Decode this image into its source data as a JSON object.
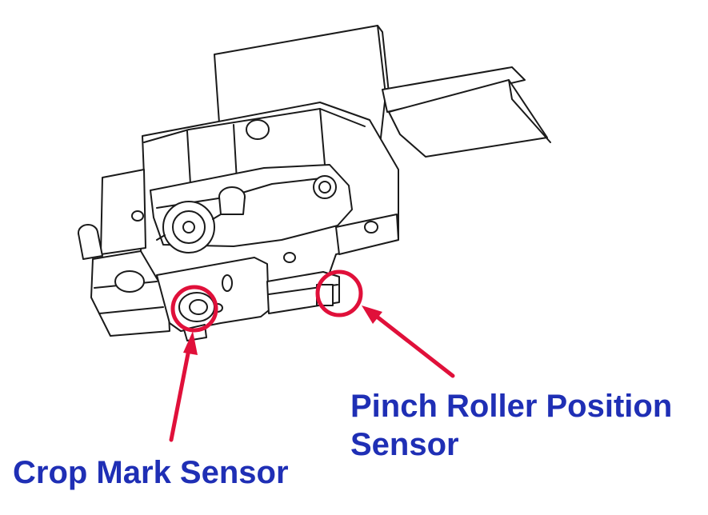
{
  "labels": {
    "pinch_roller_line1": "Pinch Roller Position",
    "pinch_roller_line2": "Sensor",
    "crop_mark": "Crop Mark Sensor"
  },
  "colors": {
    "label_text": "#1f2fb5",
    "callout": "#e0103a",
    "line_art": "#1a1a1a"
  },
  "callouts": [
    {
      "name": "crop-mark-sensor",
      "label": "Crop Mark Sensor"
    },
    {
      "name": "pinch-roller-position-sensor",
      "label": "Pinch Roller Position Sensor"
    }
  ]
}
